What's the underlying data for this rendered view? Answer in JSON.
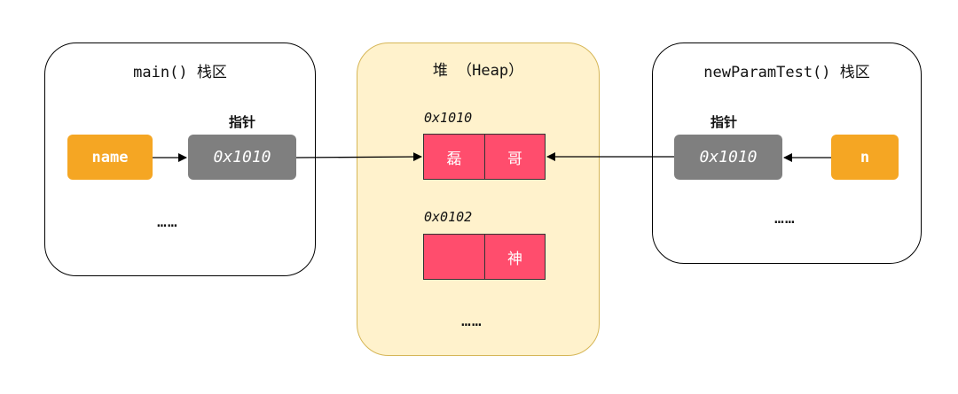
{
  "main_stack": {
    "title": "main() 栈区",
    "pointer_label": "指针",
    "variable": "name",
    "pointer_value": "0x1010",
    "ellipsis": "……"
  },
  "heap": {
    "title": "堆 （Heap）",
    "obj1": {
      "address": "0x1010",
      "cells": [
        "磊",
        "哥"
      ]
    },
    "obj2": {
      "address": "0x0102",
      "cells": [
        "",
        "神"
      ]
    },
    "ellipsis": "……"
  },
  "param_stack": {
    "title": "newParamTest() 栈区",
    "pointer_label": "指针",
    "variable": "n",
    "pointer_value": "0x1010",
    "ellipsis": "……"
  },
  "colors": {
    "variable_box": "#f5a623",
    "pointer_box": "#7f7f7f",
    "heap_cell": "#ff4d6d",
    "heap_region": "#fff2cc",
    "heap_border": "#d6b656"
  }
}
